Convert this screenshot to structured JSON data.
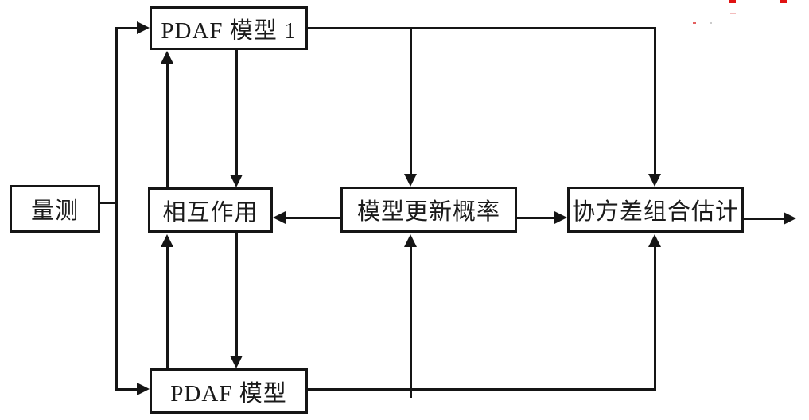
{
  "figure": {
    "type": "block-diagram",
    "background": "#ffffff",
    "line_color": "#151515",
    "text_color": "#1a1a1a",
    "artifact_red": "#e01212",
    "nodes": {
      "measurement": "量测",
      "pdaf_model_1": "PDAF 模型 1",
      "interaction": "相互作用",
      "model_update_probability": "模型更新概率",
      "covariance_combined_estimate": "协方差组合估计",
      "pdaf_model": "PDAF 模型"
    },
    "edges": [
      {
        "from": "measurement",
        "to": "pdaf_model_1",
        "arrow": "into-left-edge"
      },
      {
        "from": "measurement",
        "to": "pdaf_model",
        "arrow": "into-left-edge"
      },
      {
        "from": "interaction",
        "to": "pdaf_model_1",
        "arrow": "up"
      },
      {
        "from": "pdaf_model_1",
        "to": "interaction",
        "arrow": "down"
      },
      {
        "from": "pdaf_model",
        "to": "interaction",
        "arrow": "up"
      },
      {
        "from": "interaction",
        "to": "pdaf_model",
        "arrow": "down"
      },
      {
        "from": "pdaf_model_1",
        "to": "model_update_probability",
        "arrow": "down",
        "route": "top-bus"
      },
      {
        "from": "pdaf_model_1",
        "to": "covariance_combined_estimate",
        "arrow": "down",
        "route": "top-bus"
      },
      {
        "from": "pdaf_model",
        "to": "model_update_probability",
        "arrow": "up",
        "route": "bottom-bus"
      },
      {
        "from": "pdaf_model",
        "to": "covariance_combined_estimate",
        "arrow": "up",
        "route": "bottom-bus"
      },
      {
        "from": "model_update_probability",
        "to": "interaction",
        "arrow": "left"
      },
      {
        "from": "model_update_probability",
        "to": "covariance_combined_estimate",
        "arrow": "right"
      },
      {
        "from": "covariance_combined_estimate",
        "to": "output",
        "arrow": "right"
      }
    ],
    "scan_artifacts": "cropped red pen marks along top edge"
  }
}
